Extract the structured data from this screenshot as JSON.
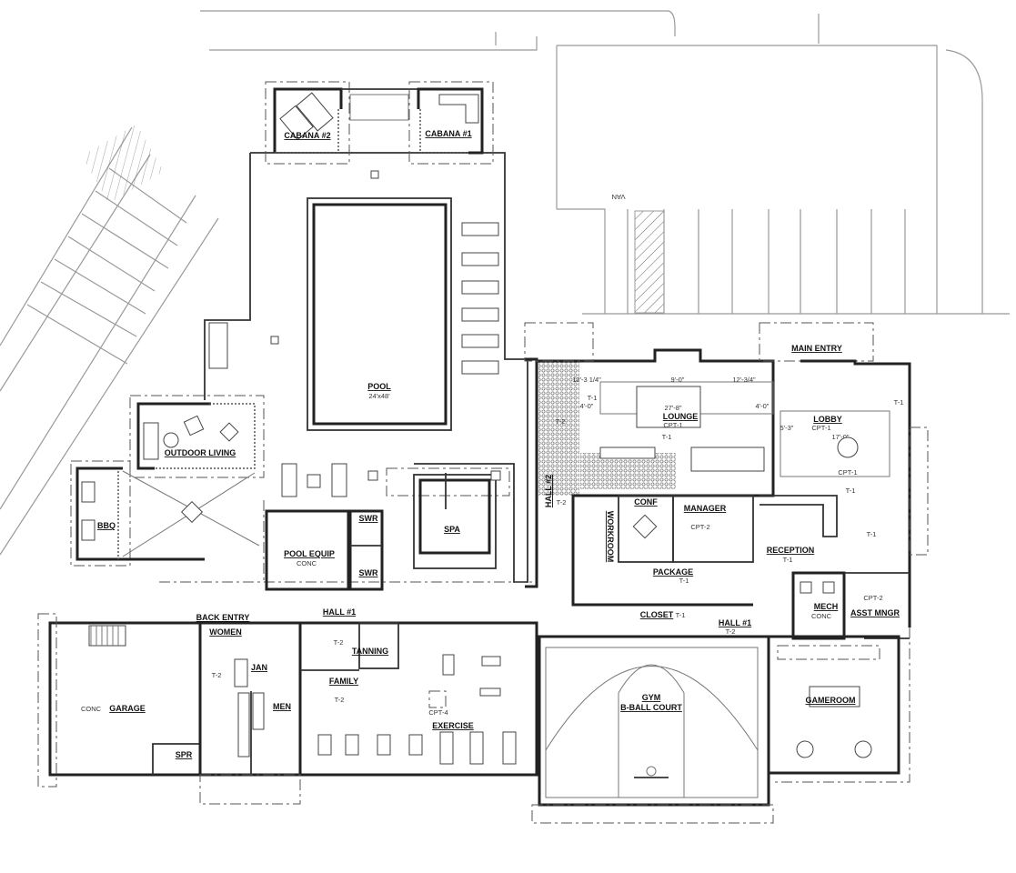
{
  "plan": {
    "rooms": {
      "cabana_2": "CABANA #2",
      "cabana_1": "CABANA #1",
      "pool": "POOL",
      "pool_size": "24'x48'",
      "outdoor_living": "OUTDOOR LIVING",
      "bbq": "BBQ",
      "pool_equip": "POOL EQUIP",
      "swr_1": "SWR",
      "swr_2": "SWR",
      "spa": "SPA",
      "hall_2": "HALL #2",
      "lounge": "LOUNGE",
      "lobby": "LOBBY",
      "main_entry": "MAIN ENTRY",
      "conf": "CONF",
      "manager": "MANAGER",
      "workroom": "WORKROOM",
      "package": "PACKAGE",
      "closet": "CLOSET",
      "reception": "RECEPTION",
      "mech": "MECH",
      "asst_mngr": "ASST MNGR",
      "hall_1_east": "HALL #1",
      "hall_1_west": "HALL #1",
      "back_entry": "BACK ENTRY",
      "women": "WOMEN",
      "jan": "JAN",
      "men": "MEN",
      "family": "FAMILY",
      "tanning": "TANNING",
      "exercise": "EXERCISE",
      "garage": "GARAGE",
      "spr": "SPR",
      "gym": "GYM",
      "bball_court": "B-BALL COURT",
      "gameroom": "GAMEROOM",
      "van": "VAN"
    },
    "finishes": {
      "t1": "T-1",
      "t2": "T-2",
      "cpt1": "CPT-1",
      "cpt2": "CPT-2",
      "cpt4": "CPT-4",
      "conc": "CONC"
    },
    "dimensions": {
      "d1": "12'-3 1/4\"",
      "d2": "9'-0\"",
      "d3": "12'-3/4\"",
      "d4": "4'-0\"",
      "d5": "27'-8\"",
      "d6": "5'-3\"",
      "d7": "17'-0\""
    },
    "colors": {
      "line": "#222222",
      "background": "#ffffff"
    }
  }
}
